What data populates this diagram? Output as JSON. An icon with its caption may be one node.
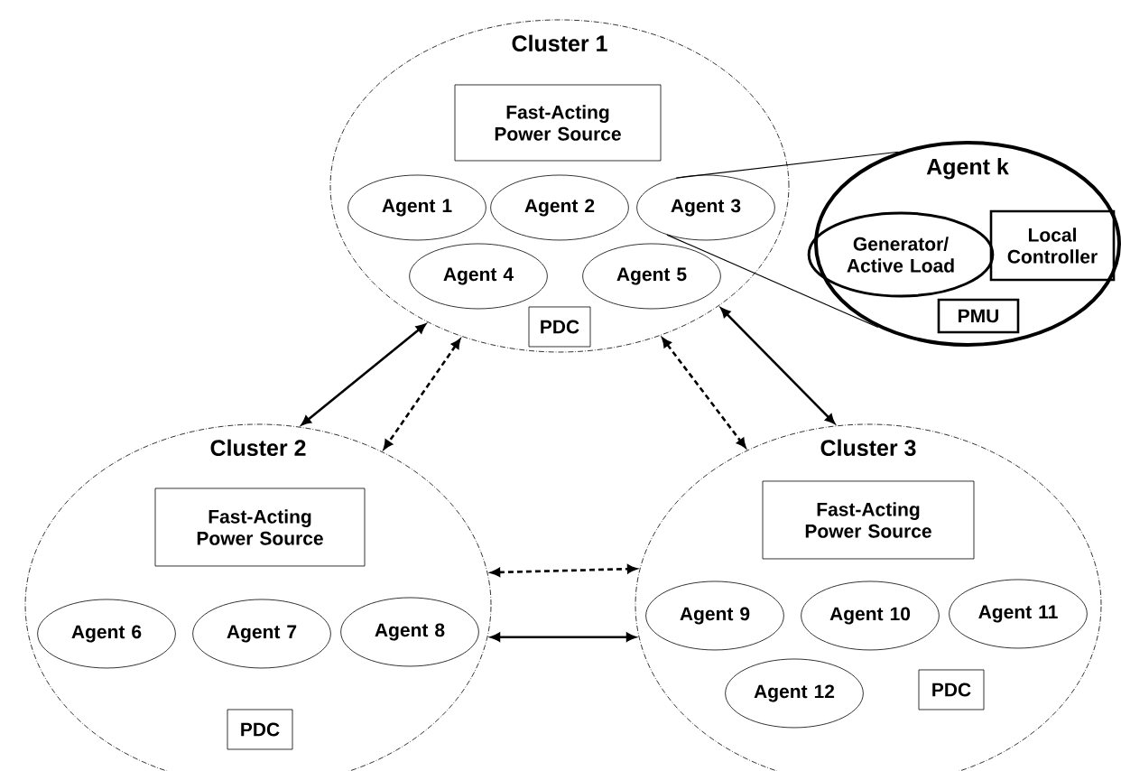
{
  "diagram": {
    "nodes": [
      {
        "text": [
          "Cluster 1"
        ]
      },
      {
        "text": [
          "Fast-Acting Power Source"
        ],
        "in": 0
      },
      {
        "text": [
          "Agent 1"
        ],
        "in": 0
      },
      {
        "text": [
          "Agent 2"
        ],
        "in": 0
      },
      {
        "text": [
          "Agent 3"
        ],
        "in": 0
      },
      {
        "text": [
          "Agent 4"
        ],
        "in": 0
      },
      {
        "text": [
          "Agent 5"
        ],
        "in": 0
      },
      {
        "text": [
          "PDC"
        ],
        "in": 0
      },
      {
        "text": [
          "Agent k"
        ]
      },
      {
        "text": [
          "Generator/ Active Load"
        ],
        "in": 8
      },
      {
        "text": [
          "Local Controller"
        ],
        "in": 8
      },
      {
        "text": [
          "PMU"
        ],
        "in": 8
      },
      {
        "text": [
          "Cluster 2"
        ]
      },
      {
        "text": [
          "Fast-Acting Power Source"
        ],
        "in": 12
      },
      {
        "text": [
          "Agent 6"
        ],
        "in": 12
      },
      {
        "text": [
          "Agent 7"
        ],
        "in": 12
      },
      {
        "text": [
          "Agent 8"
        ],
        "in": 12
      },
      {
        "text": [
          "PDC"
        ],
        "in": 12
      },
      {
        "text": [
          "Cluster 3"
        ]
      },
      {
        "text": [
          "Fast-Acting Power Source"
        ],
        "in": 18
      },
      {
        "text": [
          "Agent 9"
        ],
        "in": 18
      },
      {
        "text": [
          "Agent 10"
        ],
        "in": 18
      },
      {
        "text": [
          "Agent 11"
        ],
        "in": 18
      },
      {
        "text": [
          "Agent 12"
        ],
        "in": 18
      },
      {
        "text": [
          "PDC"
        ],
        "in": 18
      }
    ],
    "edges": [
      {
        "from": 4,
        "to": 8,
        "arrow": "none"
      },
      {
        "from": 4,
        "to": 8,
        "arrow": "none"
      },
      {
        "from": 0,
        "to": 12,
        "arrow": "both"
      },
      {
        "from": 0,
        "to": 12,
        "arrow": "both",
        "style": "dashed"
      },
      {
        "from": 0,
        "to": 18,
        "arrow": "both",
        "style": "dashed"
      },
      {
        "from": 0,
        "to": 18,
        "arrow": "both"
      },
      {
        "from": 12,
        "to": 18,
        "arrow": "both",
        "style": "dashed"
      },
      {
        "from": 12,
        "to": 18,
        "arrow": "both"
      }
    ]
  }
}
